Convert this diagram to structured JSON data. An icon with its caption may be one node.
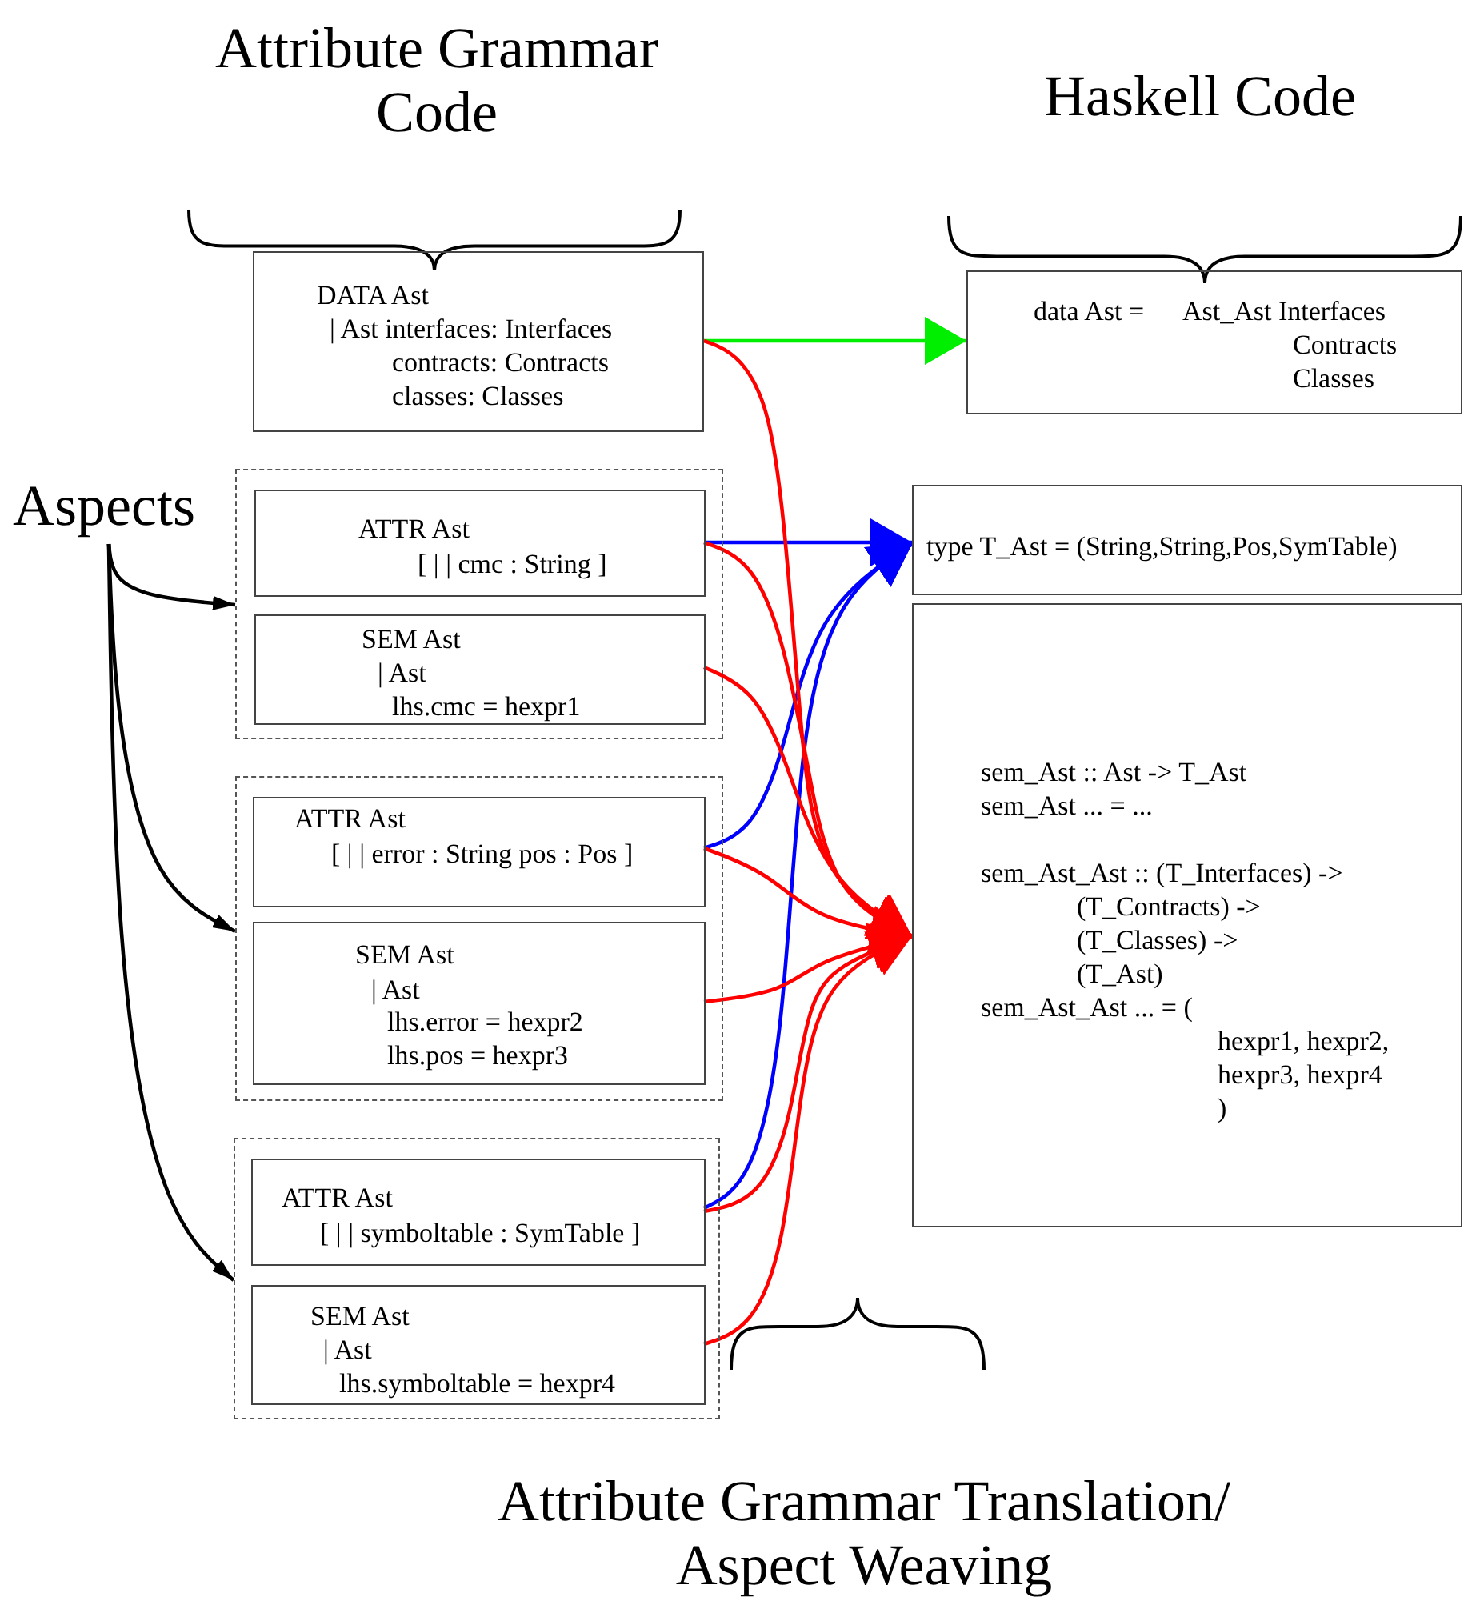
{
  "diagram": {
    "nodes": [
      {
        "text": [
          "DATA Ast",
          "| Ast interfaces: Interfaces",
          "contracts: Contracts",
          "classes: Classes"
        ]
      },
      {
        "text": [
          "Aspects"
        ]
      },
      {
        "text": [],
        "shape": "box"
      },
      {
        "text": [
          "ATTR Ast",
          "[ | | cmc : String ]"
        ],
        "in": 2
      },
      {
        "text": [
          "SEM Ast",
          "| Ast",
          "lhs.cmc = hexpr1"
        ],
        "in": 2
      },
      {
        "text": [],
        "shape": "box"
      },
      {
        "text": [
          "ATTR Ast",
          "[ | | error : String pos : Pos ]"
        ],
        "in": 5
      },
      {
        "text": [
          "SEM Ast",
          "| Ast",
          "lhs.error = hexpr2",
          "lhs.pos = hexpr3"
        ],
        "in": 5
      },
      {
        "text": [],
        "shape": "box"
      },
      {
        "text": [
          "ATTR Ast",
          "[ | | symboltable : SymTable ]"
        ],
        "in": 8
      },
      {
        "text": [
          "SEM Ast",
          "| Ast",
          "lhs.symboltable = hexpr4"
        ],
        "in": 8
      },
      {
        "text": [
          "data Ast =",
          "Ast_Ast Interfaces",
          "Contracts",
          "Classes"
        ]
      },
      {
        "text": [
          "type T_Ast = (String,String,Pos,SymTable)"
        ]
      },
      {
        "text": [
          "sem_Ast :: Ast -> T_Ast",
          "sem_Ast ... = ...",
          "sem_Ast_Ast :: (T_Interfaces) ->",
          "(T_Contracts) ->",
          "(T_Classes) ->",
          "(T_Ast)",
          "sem_Ast_Ast ... = (",
          "hexpr1, hexpr2,",
          "hexpr3, hexpr4",
          ")"
        ]
      }
    ],
    "edges": [
      {
        "from": 1,
        "to": 2,
        "arrow": "to",
        "color": "#000000"
      },
      {
        "from": 1,
        "to": 5,
        "arrow": "to",
        "color": "#000000"
      },
      {
        "from": 1,
        "to": 8,
        "arrow": "to",
        "color": "#000000"
      },
      {
        "from": 0,
        "to": 11,
        "arrow": "to",
        "color": "#00ee00"
      },
      {
        "from": 3,
        "to": 12,
        "arrow": "to",
        "color": "#0000ff"
      },
      {
        "from": 6,
        "to": 12,
        "arrow": "to",
        "color": "#0000ff"
      },
      {
        "from": 9,
        "to": 12,
        "arrow": "to",
        "color": "#0000ff"
      },
      {
        "from": 0,
        "to": 13,
        "arrow": "to"
      },
      {
        "from": 3,
        "to": 13,
        "arrow": "to"
      },
      {
        "from": 4,
        "to": 13,
        "arrow": "to"
      },
      {
        "from": 6,
        "to": 13,
        "arrow": "to"
      },
      {
        "from": 7,
        "to": 13,
        "arrow": "to"
      },
      {
        "from": 9,
        "to": 13,
        "arrow": "to"
      },
      {
        "from": 10,
        "to": 13,
        "arrow": "to"
      }
    ],
    "labels": [
      "Attribute Grammar Code",
      "Haskell Code",
      "Attribute Grammar Translation/ Aspect Weaving"
    ]
  }
}
